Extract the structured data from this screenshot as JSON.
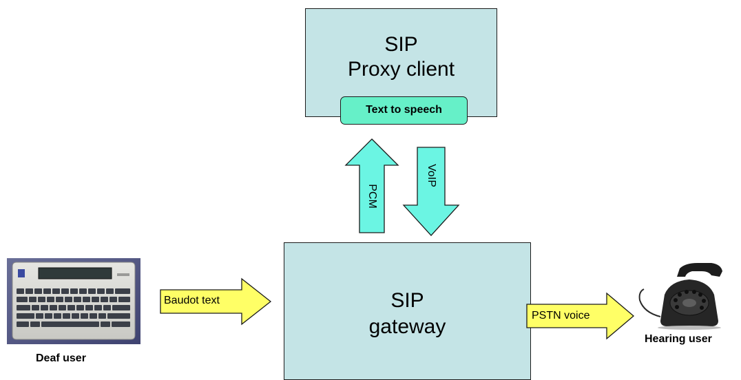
{
  "proxy": {
    "title": "SIP",
    "subtitle": "Proxy client",
    "tts_label": "Text to speech",
    "fill": "#c4e4e6",
    "tts_fill": "#66f0c8"
  },
  "gateway": {
    "title": "SIP",
    "subtitle": "gateway",
    "fill": "#c4e4e6"
  },
  "arrows": {
    "pcm_label": "PCM",
    "voip_label": "VoIP",
    "baudot_label": "Baudot text",
    "pstn_label": "PSTN voice",
    "vertical_fill": "#6bf5e3",
    "horizontal_fill": "#ffff66"
  },
  "deaf_user": {
    "caption": "Deaf user",
    "icon": "tty-keyboard-icon"
  },
  "hearing_user": {
    "caption": "Hearing user",
    "icon": "rotary-phone-icon"
  }
}
